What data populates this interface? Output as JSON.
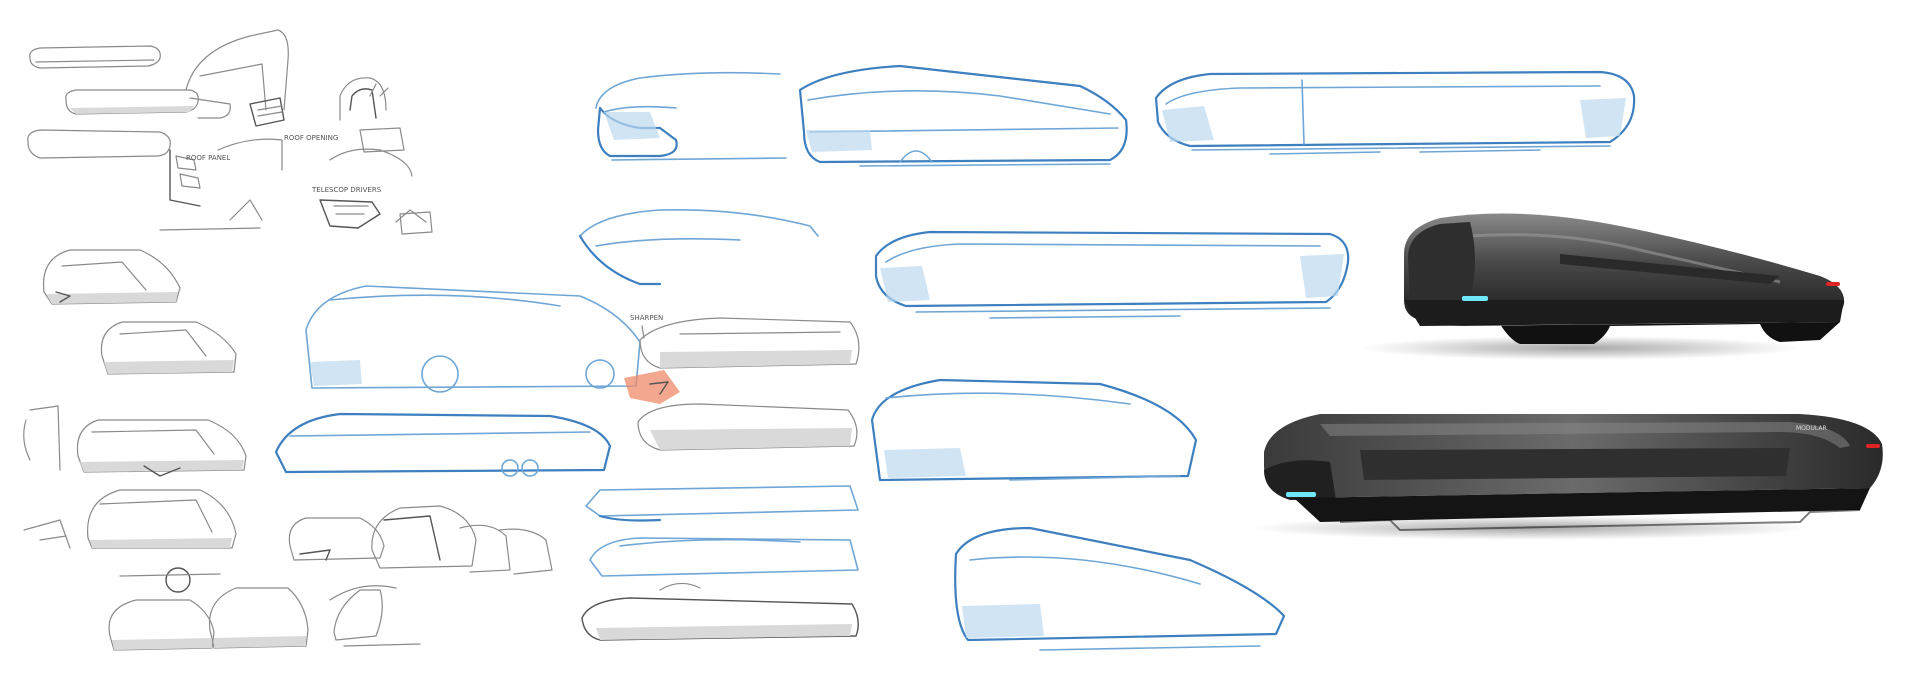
{
  "sheet": {
    "background": "#ffffff",
    "colors": {
      "pencil": "#8a8a8a",
      "pencil_dark": "#555555",
      "blue_pencil": "#6fa6d6",
      "blue_pencil_dark": "#3d7fbf",
      "marker_orange": "#f08a6a",
      "render_body": "#4a4a4a",
      "render_dark": "#1c1c1c",
      "light_cyan": "#6fe8ff",
      "light_red": "#e02424"
    }
  },
  "notes": {
    "roof_opening": "ROOF OPENING",
    "seat_detail": "TELESCOP DRIVERS",
    "panel_note": "ROOF PANEL",
    "marker_callout": "SHARPEN",
    "render_badge": "MODULAR"
  }
}
